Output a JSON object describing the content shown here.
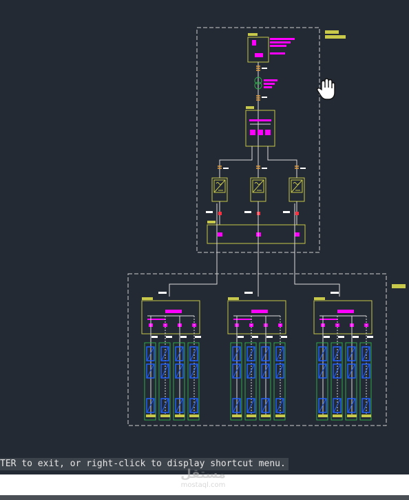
{
  "command_line": {
    "message": "TER to exit, or right-click to display shortcut menu.",
    "input_value": ""
  },
  "watermark": {
    "logo": "مستقل",
    "site": "mostaql.com"
  },
  "cursor": {
    "icon": "pan-hand-icon"
  },
  "colors": {
    "background": "#232a33",
    "wire": "#dcdcdc",
    "frame_yellow": "#c8c84a",
    "magenta": "#ff00ff",
    "panel_blue": "#2060ff",
    "green": "#2fa84a",
    "orange": "#e8a040",
    "dashed_border": "#cfcfcf"
  },
  "diagram": {
    "inverter_count": 3,
    "combiner_box_count": 3,
    "strings_per_combiner": 4
  }
}
